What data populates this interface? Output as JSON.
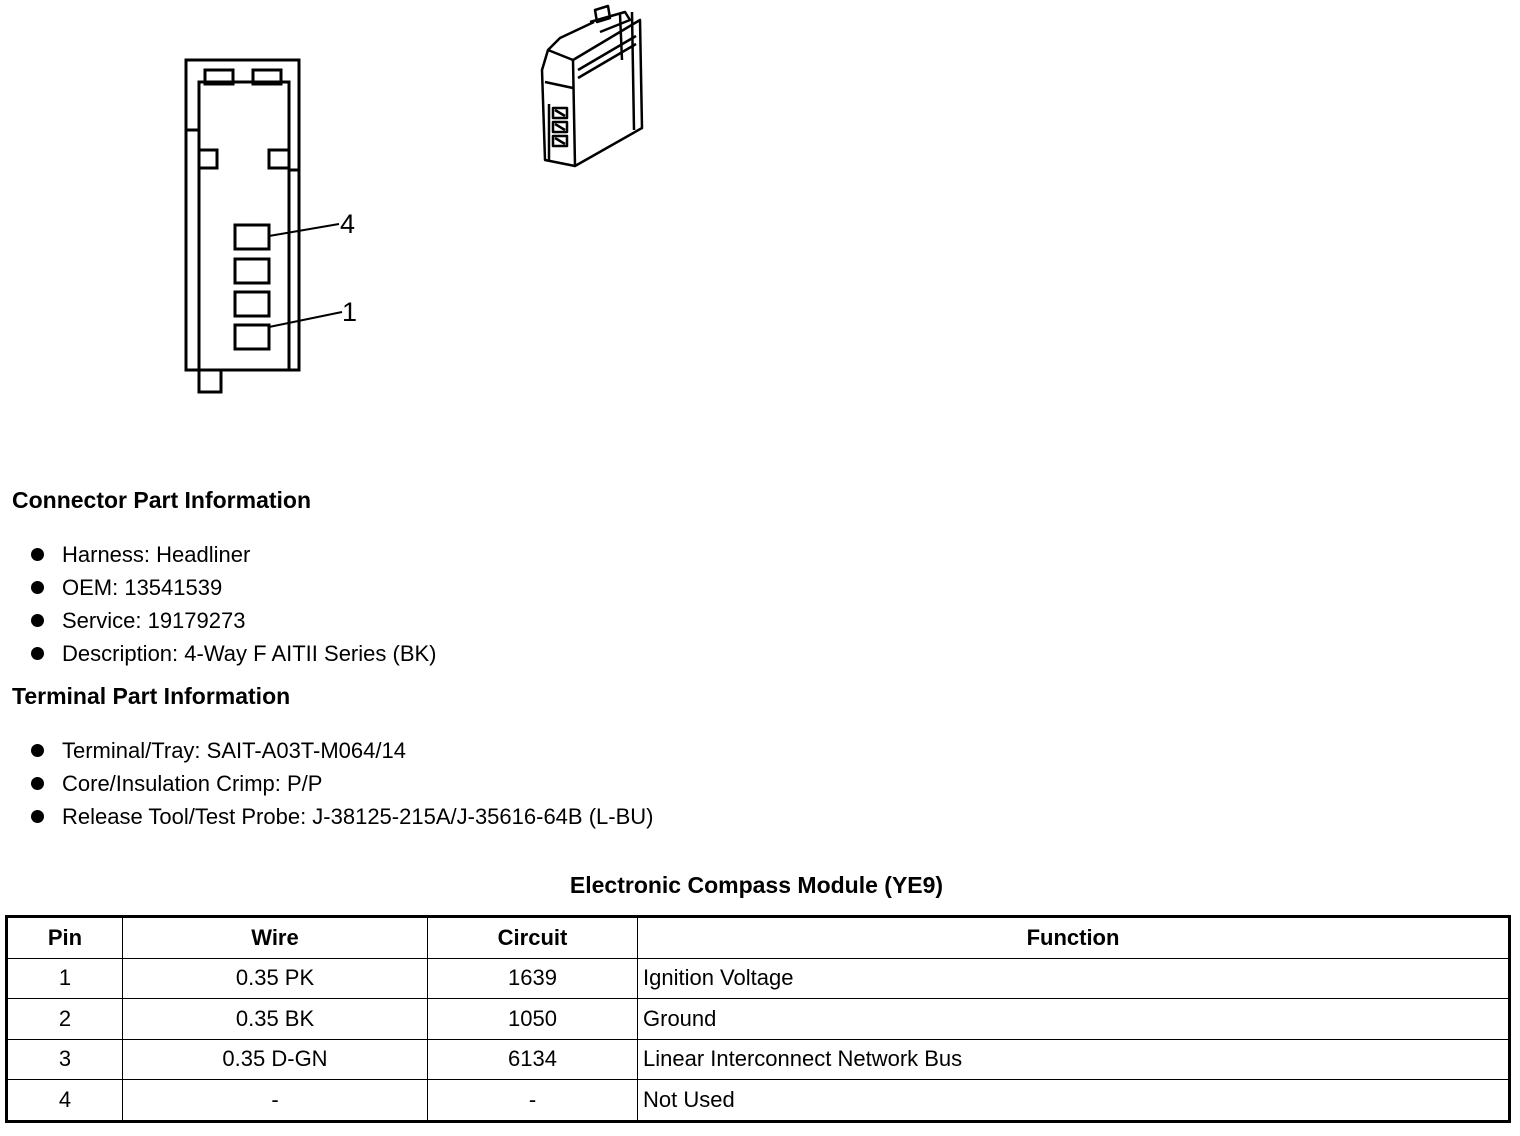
{
  "diagram": {
    "callouts": [
      {
        "label": "4"
      },
      {
        "label": "1"
      }
    ]
  },
  "connector_info": {
    "heading": "Connector Part Information",
    "items": [
      "Harness: Headliner",
      "OEM: 13541539",
      "Service: 19179273",
      "Description: 4-Way F AITII Series (BK)"
    ]
  },
  "terminal_info": {
    "heading": "Terminal Part Information",
    "items": [
      "Terminal/Tray: SAIT-A03T-M064/14",
      "Core/Insulation Crimp: P/P",
      "Release Tool/Test Probe: J-38125-215A/J-35616-64B (L-BU)"
    ]
  },
  "table": {
    "title": "Electronic Compass Module (YE9)",
    "columns": [
      "Pin",
      "Wire",
      "Circuit",
      "Function"
    ],
    "rows": [
      [
        "1",
        "0.35 PK",
        "1639",
        "Ignition Voltage"
      ],
      [
        "2",
        "0.35 BK",
        "1050",
        "Ground"
      ],
      [
        "3",
        "0.35 D-GN",
        "6134",
        "Linear Interconnect Network Bus"
      ],
      [
        "4",
        "-",
        "-",
        "Not Used"
      ]
    ]
  }
}
